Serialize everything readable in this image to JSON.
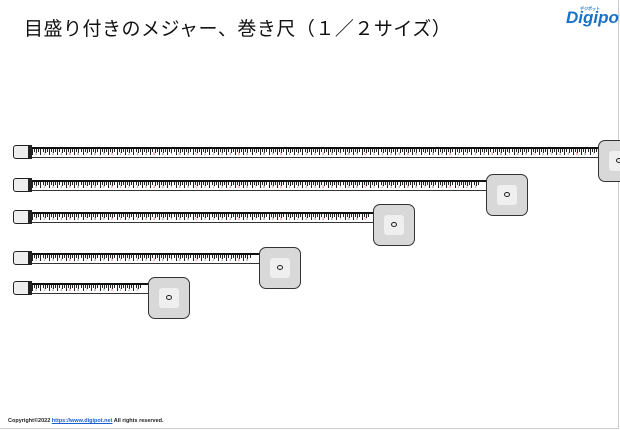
{
  "title": "目盛り付きのメジャー、巻き尺（１／２サイズ）",
  "logo": {
    "text": "Digipot",
    "kana": "デジポット"
  },
  "footer": {
    "prefix": "Copyright©2022 ",
    "link": "https://www.digipot.net",
    "suffix": " All rights reserved."
  },
  "tapes": [
    {
      "name": "tape-1",
      "marks": 67
    },
    {
      "name": "tape-2",
      "marks": 53
    },
    {
      "name": "tape-3",
      "marks": 40
    },
    {
      "name": "tape-4",
      "marks": 26
    },
    {
      "name": "tape-5",
      "marks": 13
    }
  ],
  "colors": {
    "accent": "#e8334a",
    "case": "#d8d8d8",
    "logo": "#1a72c4"
  }
}
